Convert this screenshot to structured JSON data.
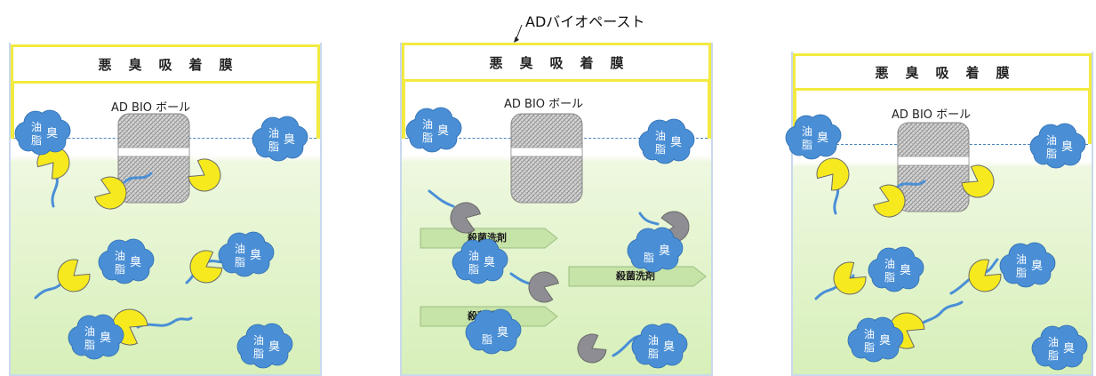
{
  "top_label": "ADバイオペースト",
  "panels": [
    {
      "membrane": "悪臭吸着膜",
      "ball": "AD BIO ボール",
      "cloud_top": "油",
      "cloud_bottom": "脂",
      "cloud_side": "臭"
    },
    {
      "membrane": "悪臭吸着膜",
      "ball": "AD BIO ボール",
      "cloud_top": "油",
      "cloud_bottom": "脂",
      "cloud_side": "臭",
      "detergent": "殺菌洗剤"
    },
    {
      "membrane": "悪臭吸着膜",
      "ball": "AD BIO ボール",
      "cloud_top": "油",
      "cloud_bottom": "脂",
      "cloud_side": "臭"
    }
  ],
  "colors": {
    "membrane_border": "#f2ea40",
    "water": "#d7efb8",
    "cloud": "#4a8fd6",
    "pacman": "#f6ea1e",
    "gray_pacman": "#8d8d93",
    "arrow": "#c6e3a8"
  }
}
